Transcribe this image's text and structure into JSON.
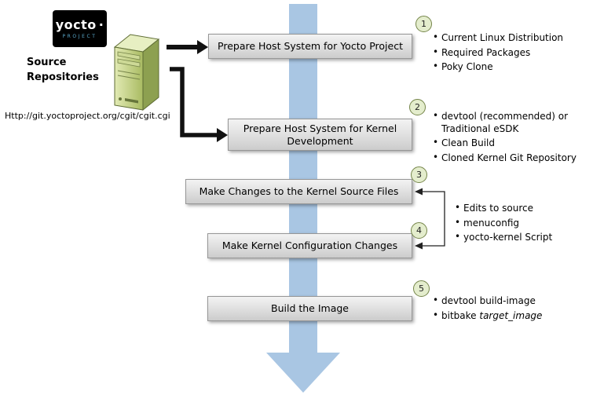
{
  "logo": {
    "brand": "yocto",
    "dot": "·",
    "sub": "PROJECT"
  },
  "source_repositories": {
    "label": "Source\nRepositories",
    "url": "Http://git.yoctoproject.org/cgit/cgit.cgi"
  },
  "steps": [
    {
      "num": "1",
      "label": "Prepare Host System for Yocto Project",
      "bullets": [
        "Current Linux Distribution",
        "Required Packages",
        "Poky Clone"
      ]
    },
    {
      "num": "2",
      "label": "Prepare Host System for Kernel Development",
      "bullets": [
        "devtool (recommended) or\nTraditional eSDK",
        "Clean Build",
        "Cloned Kernel Git Repository"
      ]
    },
    {
      "num": "3",
      "label": "Make Changes to the Kernel Source Files"
    },
    {
      "num": "4",
      "label": "Make Kernel Configuration Changes"
    },
    {
      "num": "5",
      "label": "Build the Image",
      "bullets": [
        {
          "text": "devtool build-image"
        },
        {
          "text": "bitbake ",
          "italic": "target_image"
        }
      ]
    }
  ],
  "shared_bullets": {
    "items": [
      "Edits to source",
      "menuconfig",
      "yocto-kernel Script"
    ]
  },
  "colors": {
    "flow_arrow": "#a9c6e3",
    "connector_black": "#111111",
    "step_circle_fill": "#e4edcd",
    "step_circle_border": "#75854a",
    "box_fill_top": "#f3f3f3",
    "box_fill_bottom": "#cccccc",
    "server_green": "#aabd68",
    "logo_background": "#000000",
    "logo_sub_text": "#5aa8ca"
  }
}
